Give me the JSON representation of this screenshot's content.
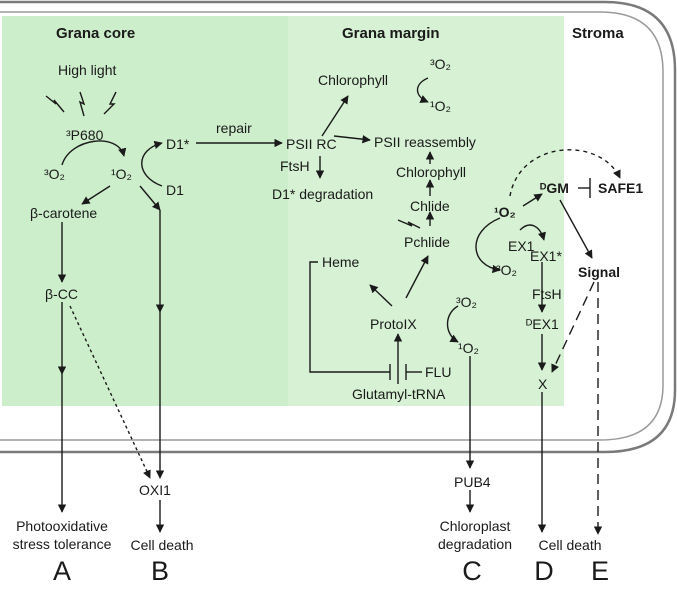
{
  "regions": {
    "grana_core": "Grana core",
    "grana_margin": "Grana margin",
    "stroma": "Stroma"
  },
  "nodes": {
    "high_light": "High light",
    "p680": "³P680",
    "o2_triplet_core": "³O₂",
    "o2_singlet_core": "¹O₂",
    "d1_star": "D1*",
    "d1": "D1",
    "beta_carotene": "β-carotene",
    "beta_cc": "β-CC",
    "repair": "repair",
    "psii_rc": "PSII RC",
    "ftsh_margin": "FtsH",
    "d1_degradation": "D1* degradation",
    "chlorophyll_top": "Chlorophyll",
    "o2_triplet_top": "³O₂",
    "o2_singlet_top": "¹O₂",
    "psii_reassembly": "PSII reassembly",
    "chlorophyll_mid": "Chlorophyll",
    "chlide": "Chlide",
    "pchlide": "Pchlide",
    "heme": "Heme",
    "protoix": "ProtoIX",
    "o2_triplet_proto": "³O₂",
    "o2_singlet_proto": "¹O₂",
    "flu": "FLU",
    "glutamyl_trna": "Glutamyl-tRNA",
    "o2_singlet_stroma": "¹O₂",
    "dgm": "ᴰGM",
    "safe1": "SAFE1",
    "ex1": "EX1",
    "ex1_star": "EX1*",
    "o2_triplet_ex1": "³O₂",
    "ftsh_stroma": "FtsH",
    "dex1": "ᴰEX1",
    "x": "X",
    "signal": "Signal",
    "oxi1": "OXI1",
    "pub4": "PUB4"
  },
  "outcomes": {
    "a": [
      "Photooxidative",
      "stress tolerance"
    ],
    "b": "Cell death",
    "c": [
      "Chloroplast",
      "degradation"
    ],
    "d": "Cell death"
  },
  "pathway_letters": [
    "A",
    "B",
    "C",
    "D",
    "E"
  ],
  "colors": {
    "green_fill": "#cdeecb",
    "green_fill_light": "#dff3dc",
    "outline": "#7a7a7a",
    "arrow": "#1a1a1a"
  }
}
